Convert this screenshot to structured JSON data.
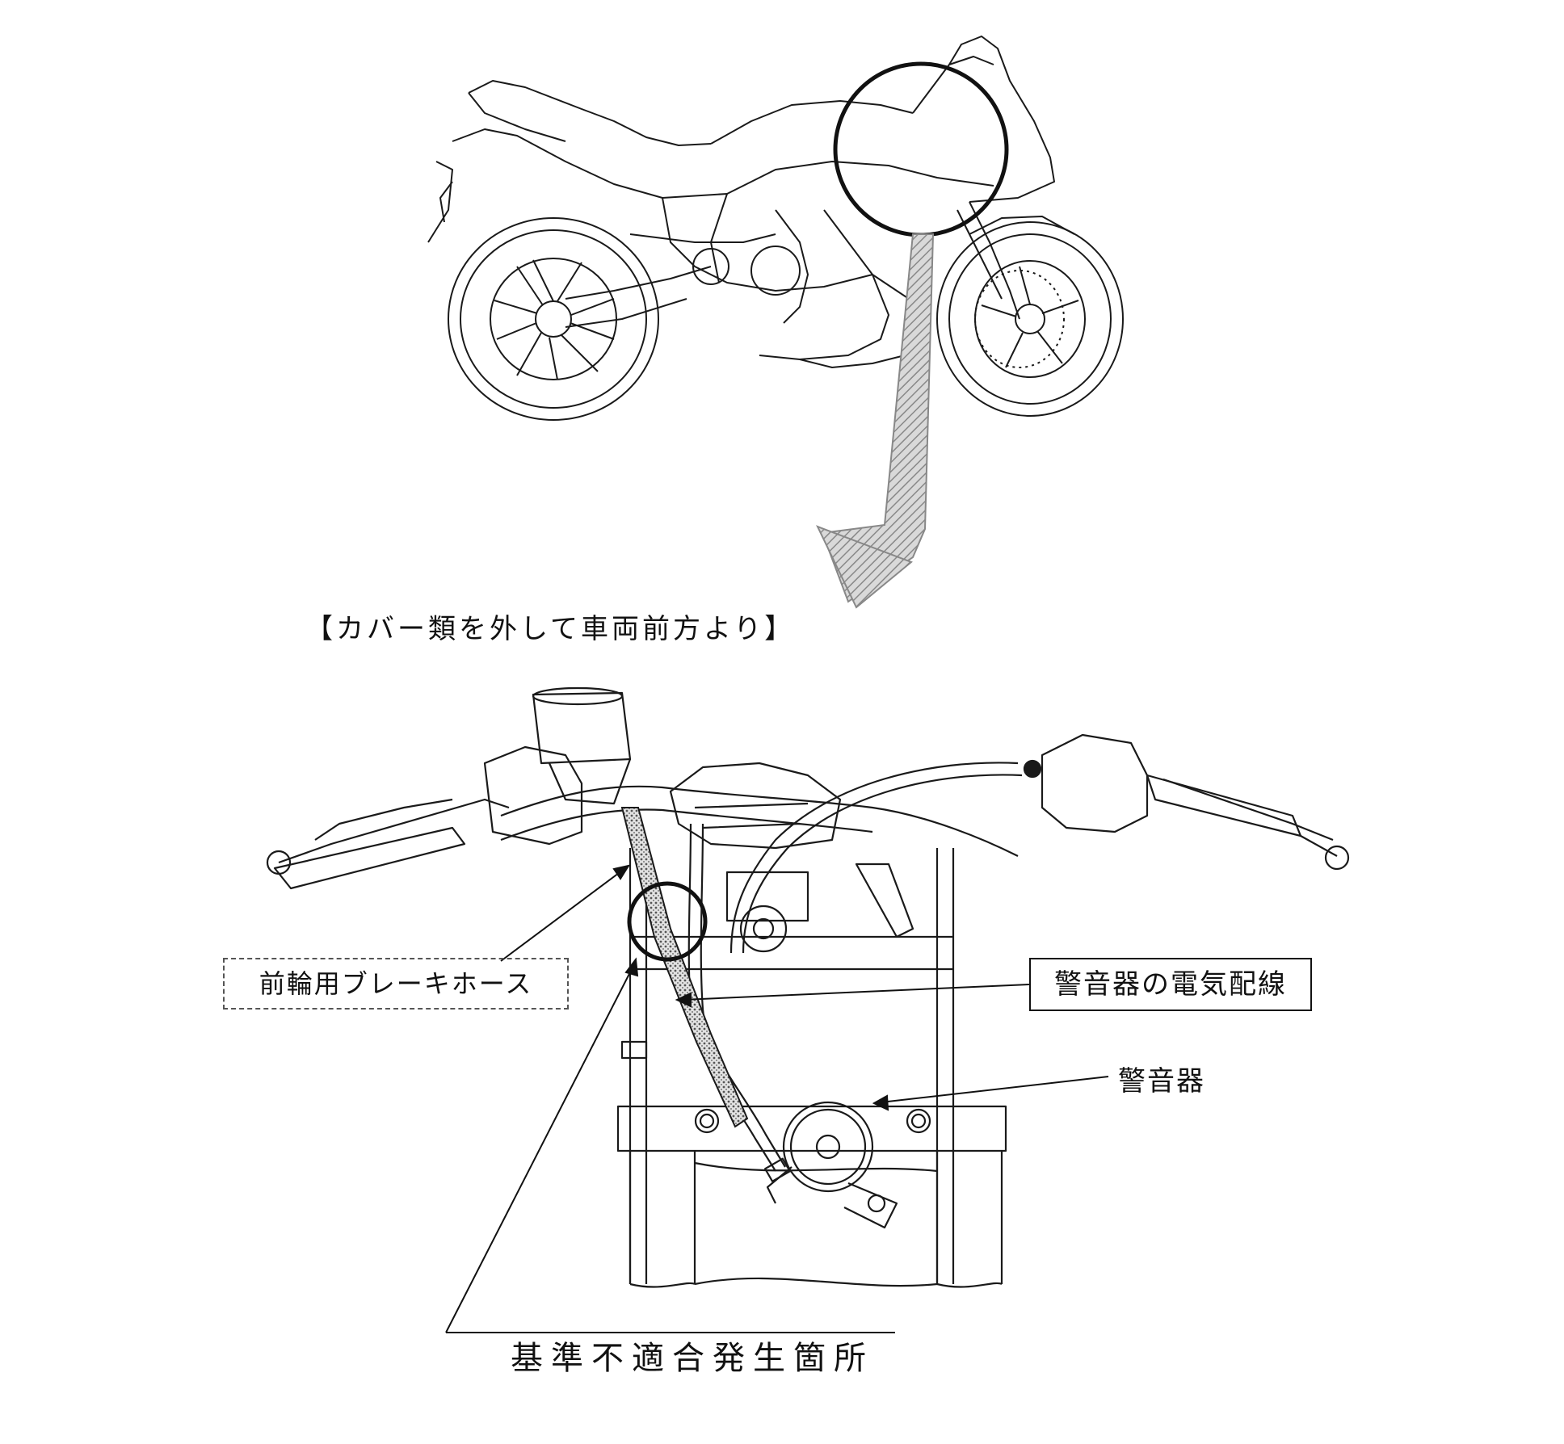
{
  "figure": {
    "caption": "【カバー類を外して車両前方より】",
    "labels": {
      "front_brake_hose": "前輪用ブレーキホース",
      "horn_wiring": "警音器の電気配線",
      "horn": "警音器",
      "defect_location": "基準不適合発生箇所"
    }
  },
  "colors": {
    "line": "#1a1a1a",
    "arrow_fill": "#cfcfcf",
    "hose_fill": "#bdbdbd"
  }
}
